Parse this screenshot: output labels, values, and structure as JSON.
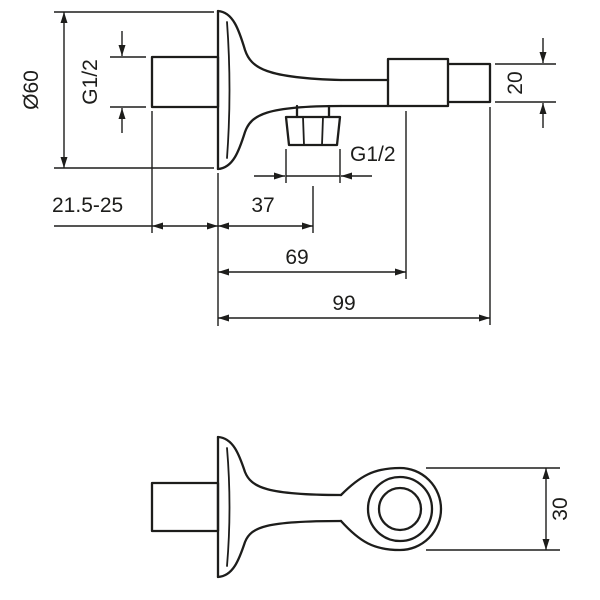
{
  "diagram": {
    "type": "technical-dimension-drawing",
    "line_color": "#1d1d1b",
    "background": "#ffffff",
    "side_view": {
      "labels": {
        "flange_diameter": "Ø60",
        "inlet_thread": "G1/2",
        "outlet_size": "20",
        "hose_thread": "G1/2",
        "wall_clearance": "21.5-25",
        "flange_to_nut": "37",
        "flange_to_holder": "69",
        "total_length": "99"
      }
    },
    "bottom_view": {
      "labels": {
        "holder_width": "30"
      }
    }
  }
}
